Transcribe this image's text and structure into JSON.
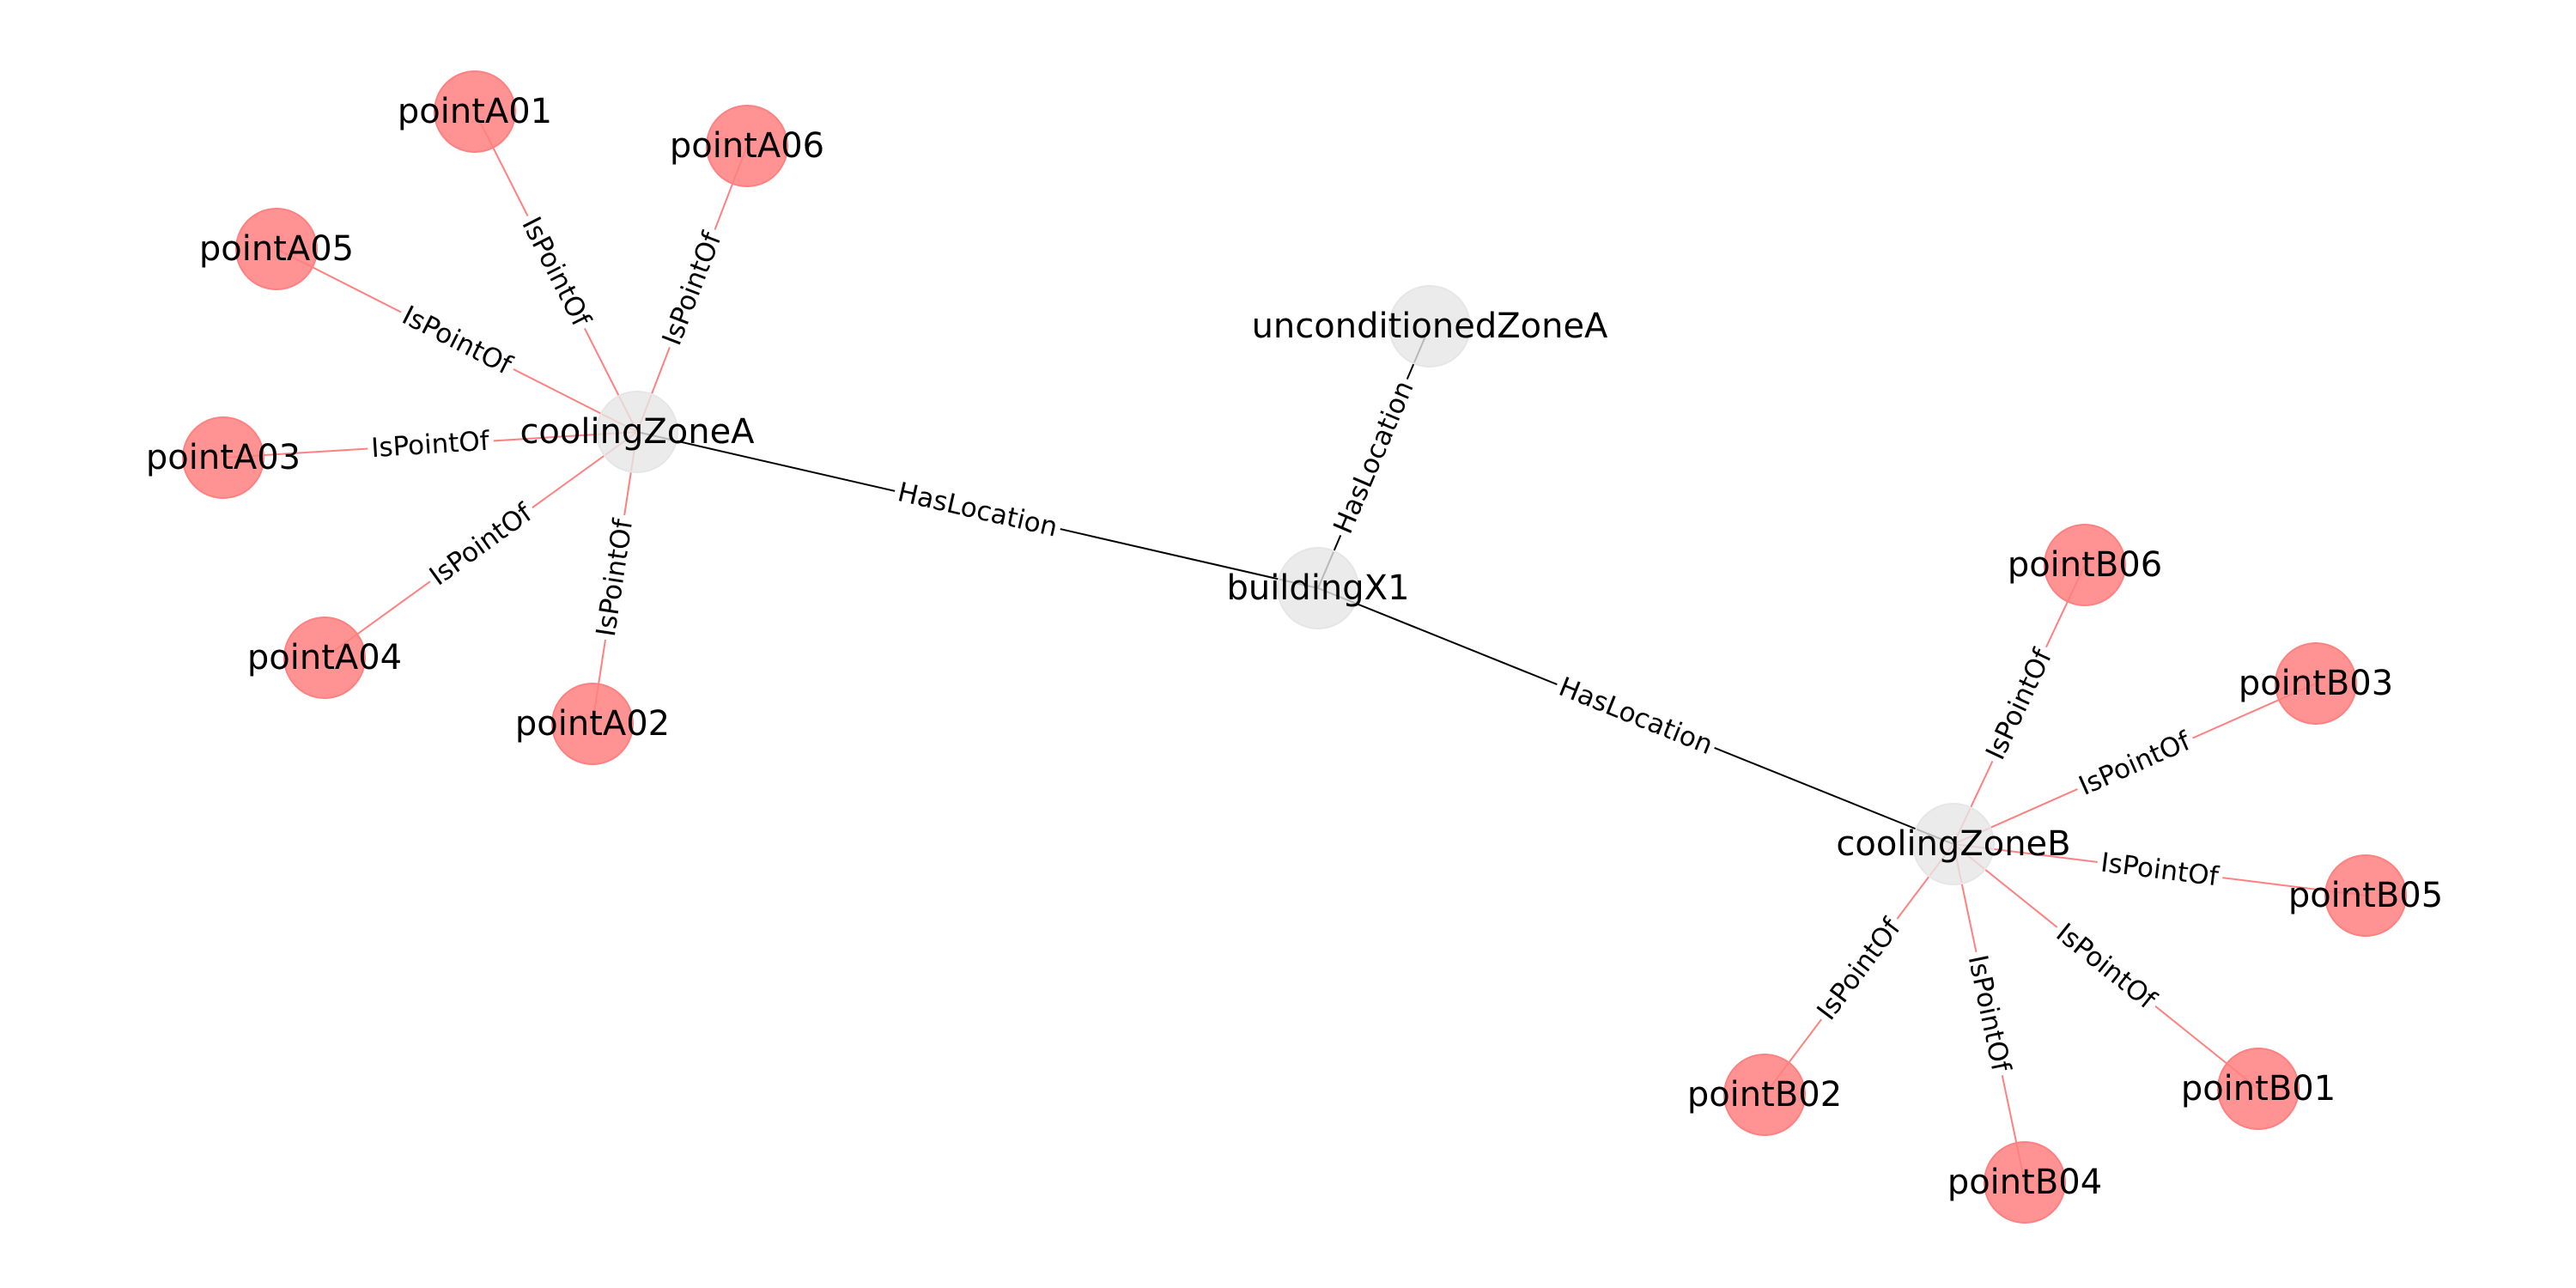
{
  "colors": {
    "location_node": "#e6e6e6",
    "point_node": "#ff8080",
    "has_location_edge": "#000000",
    "is_point_of_edge": "#ff8080"
  },
  "nodes": [
    {
      "id": "buildingX1",
      "label": "buildingX1",
      "kind": "location"
    },
    {
      "id": "unconditionedZoneA",
      "label": "unconditionedZoneA",
      "kind": "location"
    },
    {
      "id": "coolingZoneA",
      "label": "coolingZoneA",
      "kind": "location"
    },
    {
      "id": "coolingZoneB",
      "label": "coolingZoneB",
      "kind": "location"
    },
    {
      "id": "pointA01",
      "label": "pointA01",
      "kind": "point"
    },
    {
      "id": "pointA02",
      "label": "pointA02",
      "kind": "point"
    },
    {
      "id": "pointA03",
      "label": "pointA03",
      "kind": "point"
    },
    {
      "id": "pointA04",
      "label": "pointA04",
      "kind": "point"
    },
    {
      "id": "pointA05",
      "label": "pointA05",
      "kind": "point"
    },
    {
      "id": "pointA06",
      "label": "pointA06",
      "kind": "point"
    },
    {
      "id": "pointB01",
      "label": "pointB01",
      "kind": "point"
    },
    {
      "id": "pointB02",
      "label": "pointB02",
      "kind": "point"
    },
    {
      "id": "pointB03",
      "label": "pointB03",
      "kind": "point"
    },
    {
      "id": "pointB04",
      "label": "pointB04",
      "kind": "point"
    },
    {
      "id": "pointB05",
      "label": "pointB05",
      "kind": "point"
    },
    {
      "id": "pointB06",
      "label": "pointB06",
      "kind": "point"
    }
  ],
  "edges": [
    {
      "source": "unconditionedZoneA",
      "target": "buildingX1",
      "label": "HasLocation"
    },
    {
      "source": "coolingZoneA",
      "target": "buildingX1",
      "label": "HasLocation"
    },
    {
      "source": "coolingZoneB",
      "target": "buildingX1",
      "label": "HasLocation"
    },
    {
      "source": "pointA01",
      "target": "coolingZoneA",
      "label": "IsPointOf"
    },
    {
      "source": "pointA02",
      "target": "coolingZoneA",
      "label": "IsPointOf"
    },
    {
      "source": "pointA03",
      "target": "coolingZoneA",
      "label": "IsPointOf"
    },
    {
      "source": "pointA04",
      "target": "coolingZoneA",
      "label": "IsPointOf"
    },
    {
      "source": "pointA05",
      "target": "coolingZoneA",
      "label": "IsPointOf"
    },
    {
      "source": "pointA06",
      "target": "coolingZoneA",
      "label": "IsPointOf"
    },
    {
      "source": "pointB01",
      "target": "coolingZoneB",
      "label": "IsPointOf"
    },
    {
      "source": "pointB02",
      "target": "coolingZoneB",
      "label": "IsPointOf"
    },
    {
      "source": "pointB03",
      "target": "coolingZoneB",
      "label": "IsPointOf"
    },
    {
      "source": "pointB04",
      "target": "coolingZoneB",
      "label": "IsPointOf"
    },
    {
      "source": "pointB05",
      "target": "coolingZoneB",
      "label": "IsPointOf"
    },
    {
      "source": "pointB06",
      "target": "coolingZoneB",
      "label": "IsPointOf"
    }
  ]
}
